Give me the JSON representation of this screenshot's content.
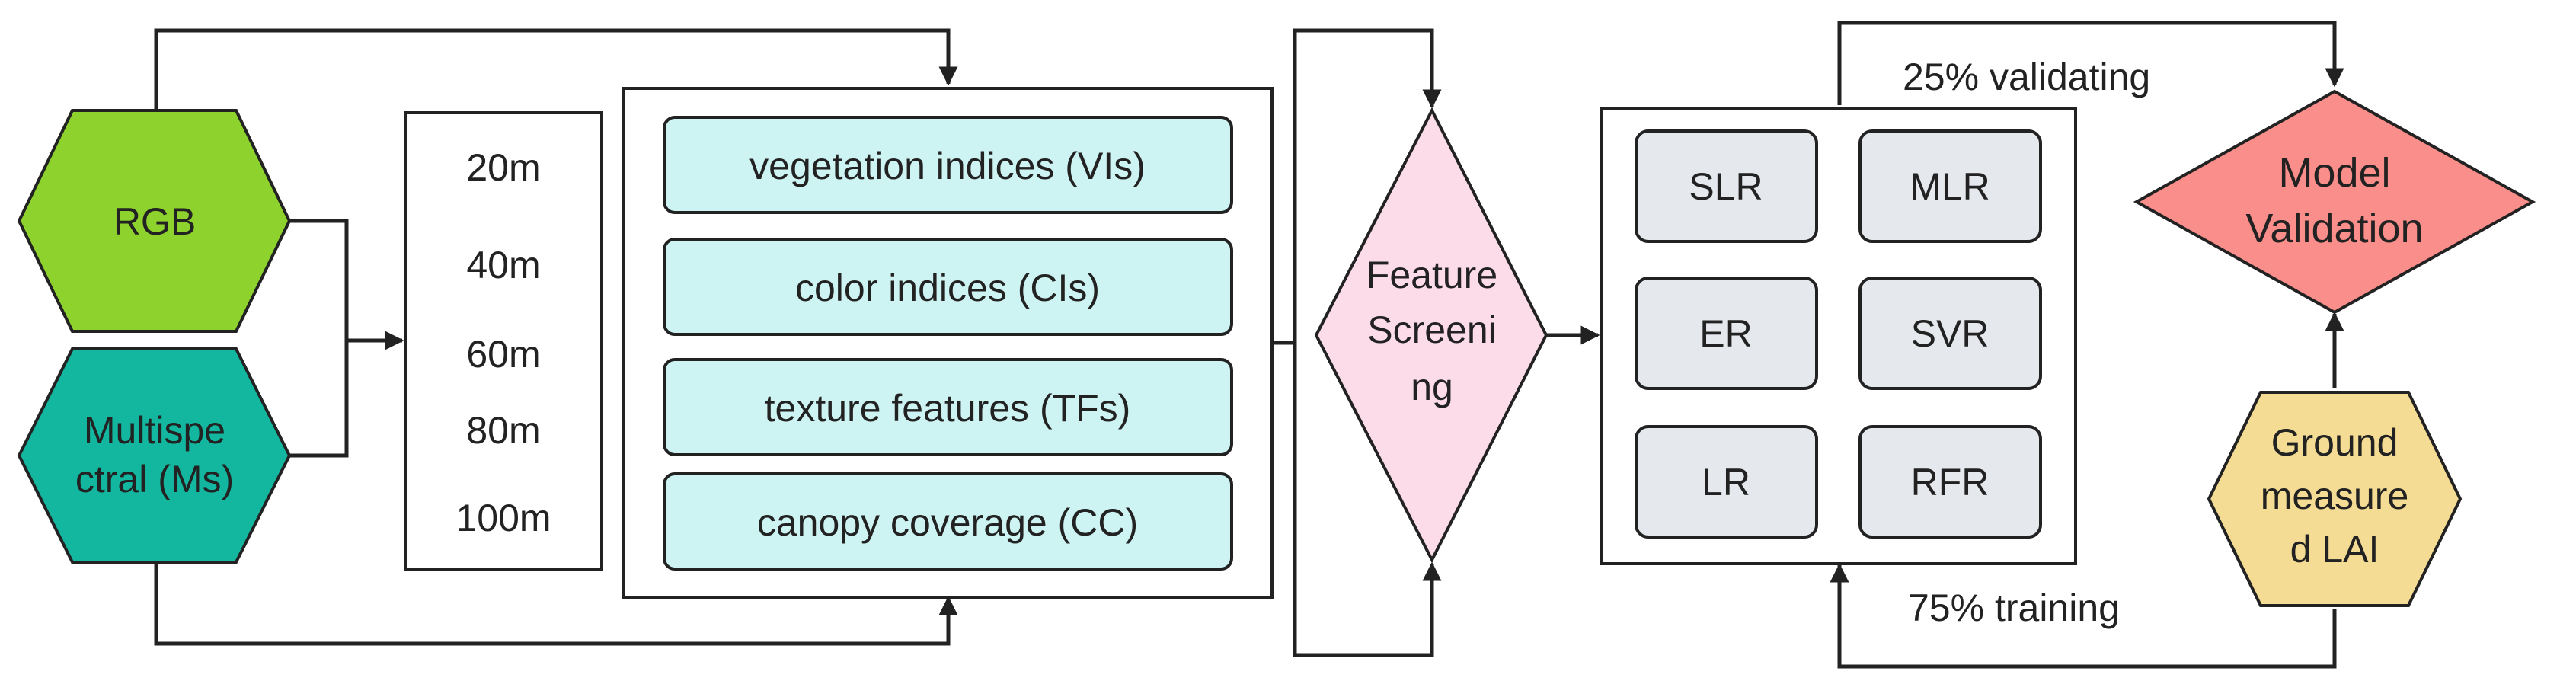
{
  "inputs": {
    "rgb": "RGB",
    "multispectral": [
      "Multispe",
      "ctral (Ms)"
    ]
  },
  "altitudes": [
    "20m",
    "40m",
    "60m",
    "80m",
    "100m"
  ],
  "features": [
    "vegetation indices (VIs)",
    "color indices (CIs)",
    "texture features (TFs)",
    "canopy coverage (CC)"
  ],
  "screening": [
    "Feature",
    "Screeni",
    "ng"
  ],
  "models": [
    "SLR",
    "MLR",
    "ER",
    "SVR",
    "LR",
    "RFR"
  ],
  "validation": [
    "Model",
    "Validation"
  ],
  "ground": [
    "Ground",
    "measure",
    "d LAI"
  ],
  "split": {
    "validating": "25% validating",
    "training": "75% training"
  },
  "colors": {
    "rgb_fill": "#8ed22e",
    "ms_fill": "#13b79f",
    "feature_fill": "#cdf4f2",
    "screen_fill": "#fddcea",
    "model_fill": "#e5e9ee",
    "validation_fill": "#f98e8a",
    "ground_fill": "#f5dc94",
    "stroke": "#222222"
  }
}
